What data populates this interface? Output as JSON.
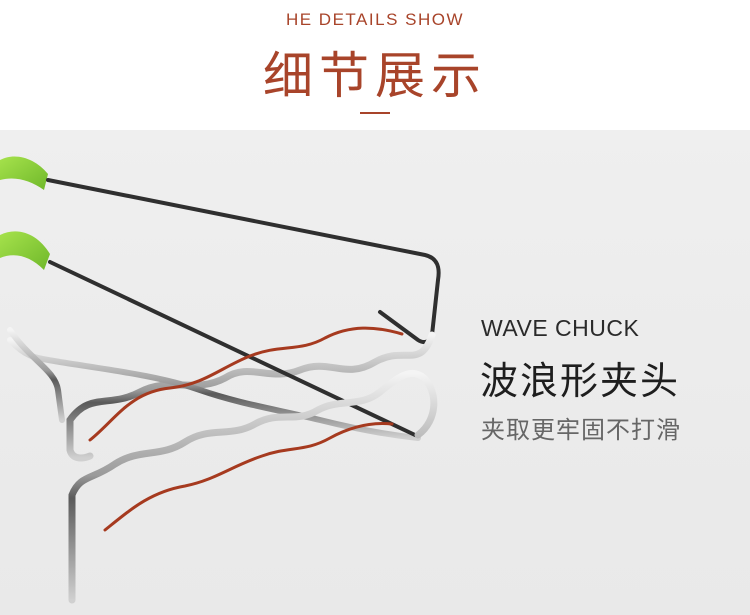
{
  "header": {
    "eyebrow": "HE DETAILS SHOW",
    "title": "细节展示"
  },
  "feature": {
    "name_en": "WAVE CHUCK",
    "name_cn": "波浪形夹头",
    "description": "夹取更牢固不打滑"
  },
  "colors": {
    "accent": "#a8442a",
    "background": "#ececec",
    "handle_green": "#8fd13a",
    "wire_steel": "#b8b8b8",
    "wave_highlight": "#a63a1f"
  }
}
